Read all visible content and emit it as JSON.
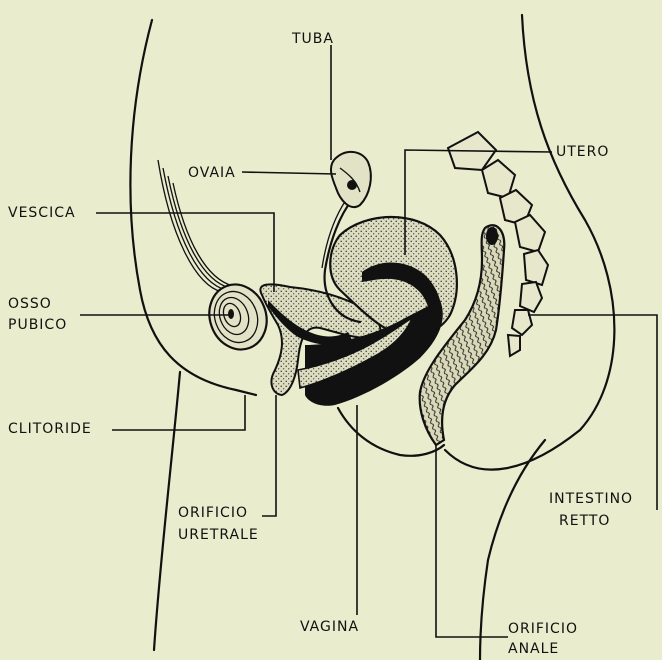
{
  "diagram": {
    "labels": {
      "tuba": "TUBA",
      "ovaia": "OVAIA",
      "utero": "UTERO",
      "vescica": "VESCICA",
      "osso_line1": "OSSO",
      "osso_line2": "PUBICO",
      "clitoride": "CLITORIDE",
      "orificio_uretrale_line1": "ORIFICIO",
      "orificio_uretrale_line2": "URETRALE",
      "intestino_line1": "INTESTINO",
      "intestino_line2": "RETTO",
      "vagina": "VAGINA",
      "orificio_anale_line1": "ORIFICIO",
      "orificio_anale_line2": "ANALE"
    },
    "colors": {
      "background": "#e9eccd",
      "ink": "#111111",
      "stipple_fill": "#d8d9bc"
    }
  }
}
